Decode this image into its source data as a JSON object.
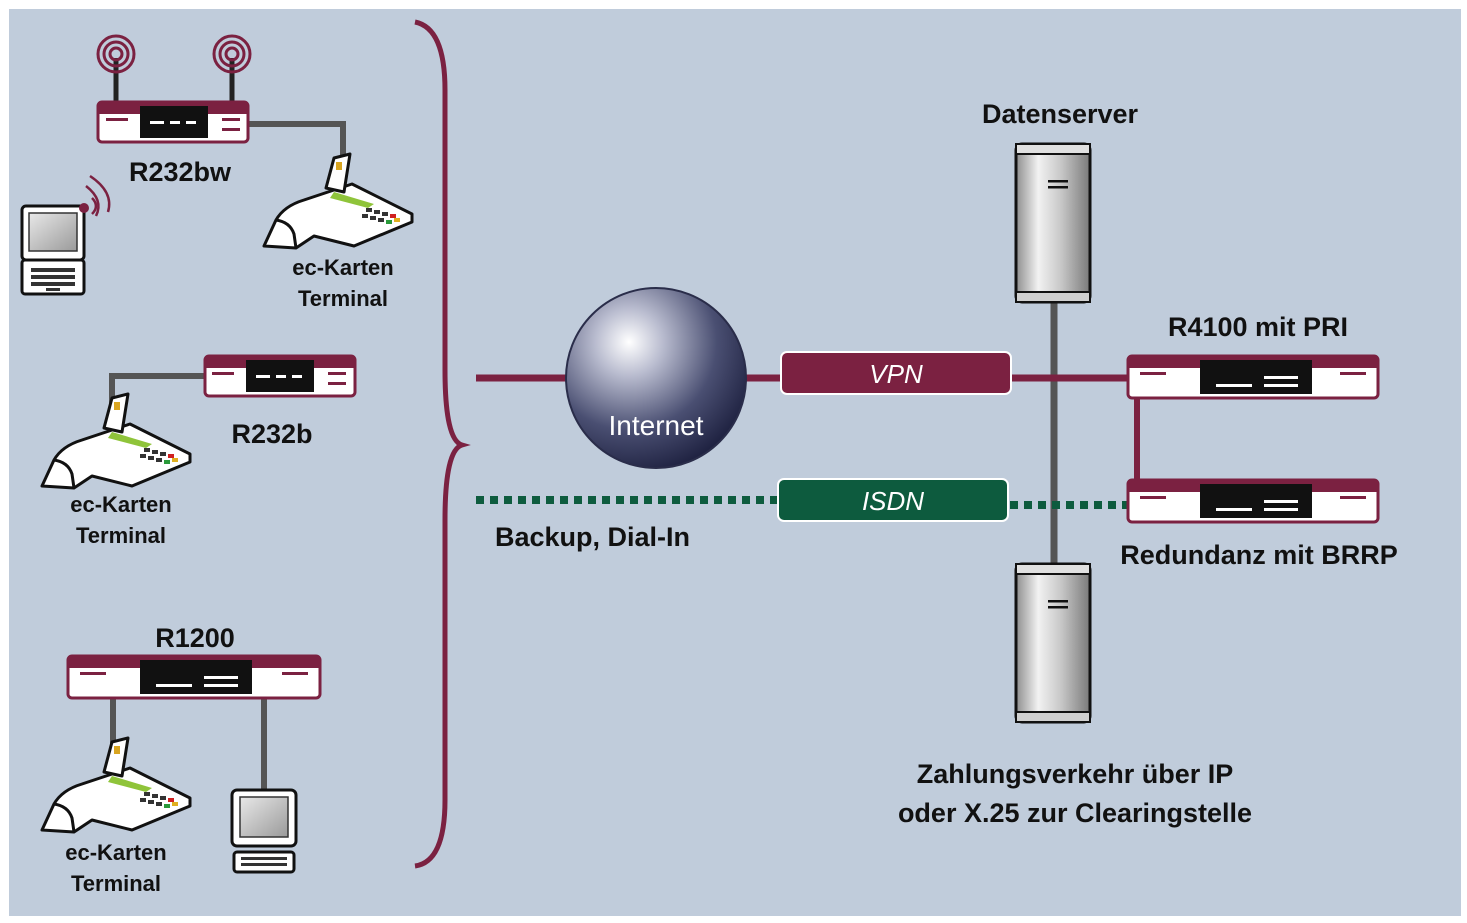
{
  "devices": {
    "r232bw": "R232bw",
    "r232b": "R232b",
    "r1200": "R1200",
    "r4100": "R4100 mit PRI",
    "redundancy": "Redundanz mit BRRP",
    "dataserver": "Datenserver"
  },
  "terminals": {
    "line1": "ec-Karten",
    "line2": "Terminal"
  },
  "network": {
    "internet": "Internet",
    "vpn": "VPN",
    "isdn": "ISDN",
    "backup": "Backup, Dial-In"
  },
  "payment": {
    "line1": "Zahlungsverkehr über IP",
    "line2": "oder X.25 zur Clearingstelle"
  },
  "colors": {
    "background": "#c0ccdb",
    "burgundy": "#7b2141",
    "dark_green": "#0d5b3e",
    "cable_gray": "#555555"
  },
  "icons": [
    "router-icon",
    "card-terminal-icon",
    "laptop-icon",
    "computer-icon",
    "server-icon",
    "globe-icon",
    "antenna-icon"
  ]
}
